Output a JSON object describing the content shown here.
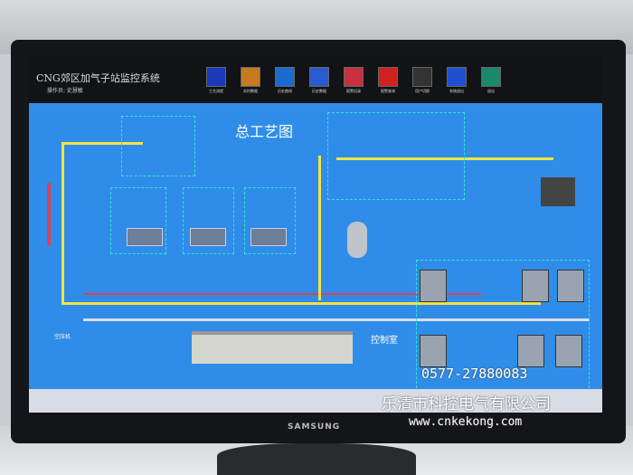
{
  "app": {
    "title": "CNG郊区加气子站监控系统",
    "operator": "操作员: 史慧敏"
  },
  "toolbar": [
    {
      "label": "工艺流程",
      "color": "#1a3ab8"
    },
    {
      "label": "实时数据",
      "color": "#c87a20"
    },
    {
      "label": "历史曲线",
      "color": "#1c6ad0"
    },
    {
      "label": "历史数据",
      "color": "#2a5ad0"
    },
    {
      "label": "报警纪录",
      "color": "#c83040"
    },
    {
      "label": "报警查询",
      "color": "#d02020"
    },
    {
      "label": "用户切换",
      "color": "#333"
    },
    {
      "label": "系统退出",
      "color": "#2050d0"
    },
    {
      "label": "退出",
      "color": "#1a8a6a"
    }
  ],
  "main": {
    "title": "总工艺图",
    "control_room": "控制室",
    "compressor": "空压机"
  },
  "watermark": {
    "phone": "0577-27880083",
    "company": "乐清市科控电气有限公司",
    "url": "www.cnkekong.com"
  },
  "monitor": {
    "brand": "SAMSUNG"
  }
}
